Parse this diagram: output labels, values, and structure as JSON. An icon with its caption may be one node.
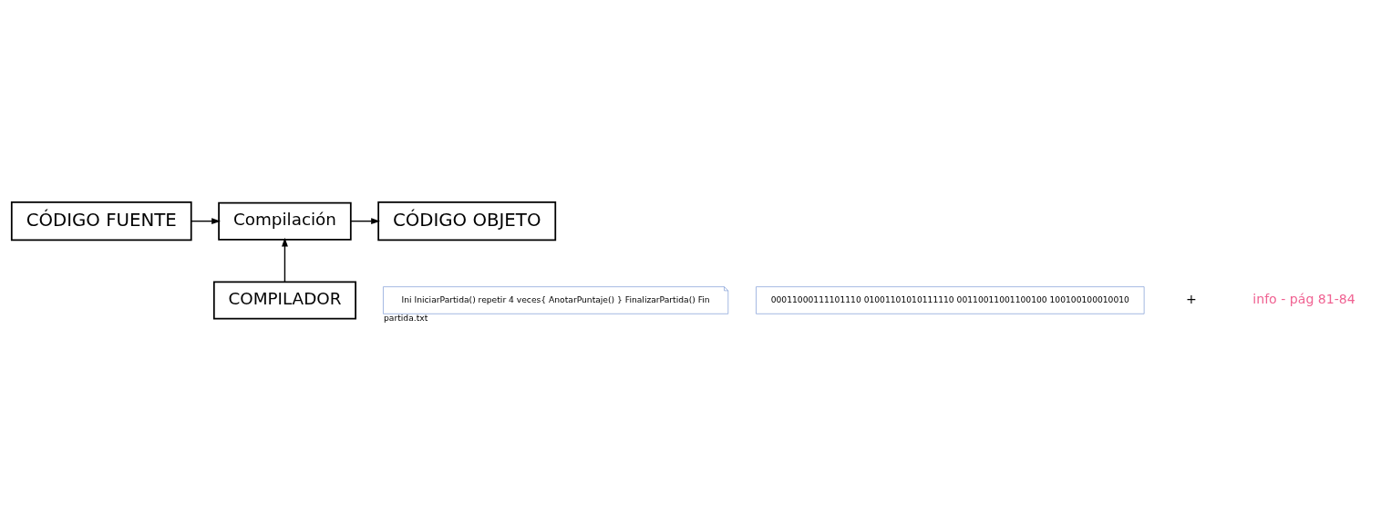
{
  "diagram": {
    "nodes": [
      {
        "text": [
          "CÓDIGO FUENTE"
        ]
      },
      {
        "text": [
          "Compilación"
        ]
      },
      {
        "text": [
          "CÓDIGO OBJETO"
        ]
      },
      {
        "text": [
          "COMPILADOR"
        ]
      },
      {
        "text": [
          "Ini IniciarPartida() repetir 4 veces{ AnotarPuntaje() } FinalizarPartida() Fin"
        ],
        "beside": [
          "partida.txt"
        ]
      },
      {
        "text": [
          "00011000111101110 01001101010111110 00110011001100100 100100100010010"
        ]
      }
    ],
    "edges": [
      {
        "from": 0,
        "to": 1,
        "arrow": "to"
      },
      {
        "from": 1,
        "to": 2,
        "arrow": "to"
      },
      {
        "from": 3,
        "to": 1,
        "arrow": "to"
      }
    ],
    "labels": [
      "+",
      "info - pág 81-84"
    ]
  }
}
